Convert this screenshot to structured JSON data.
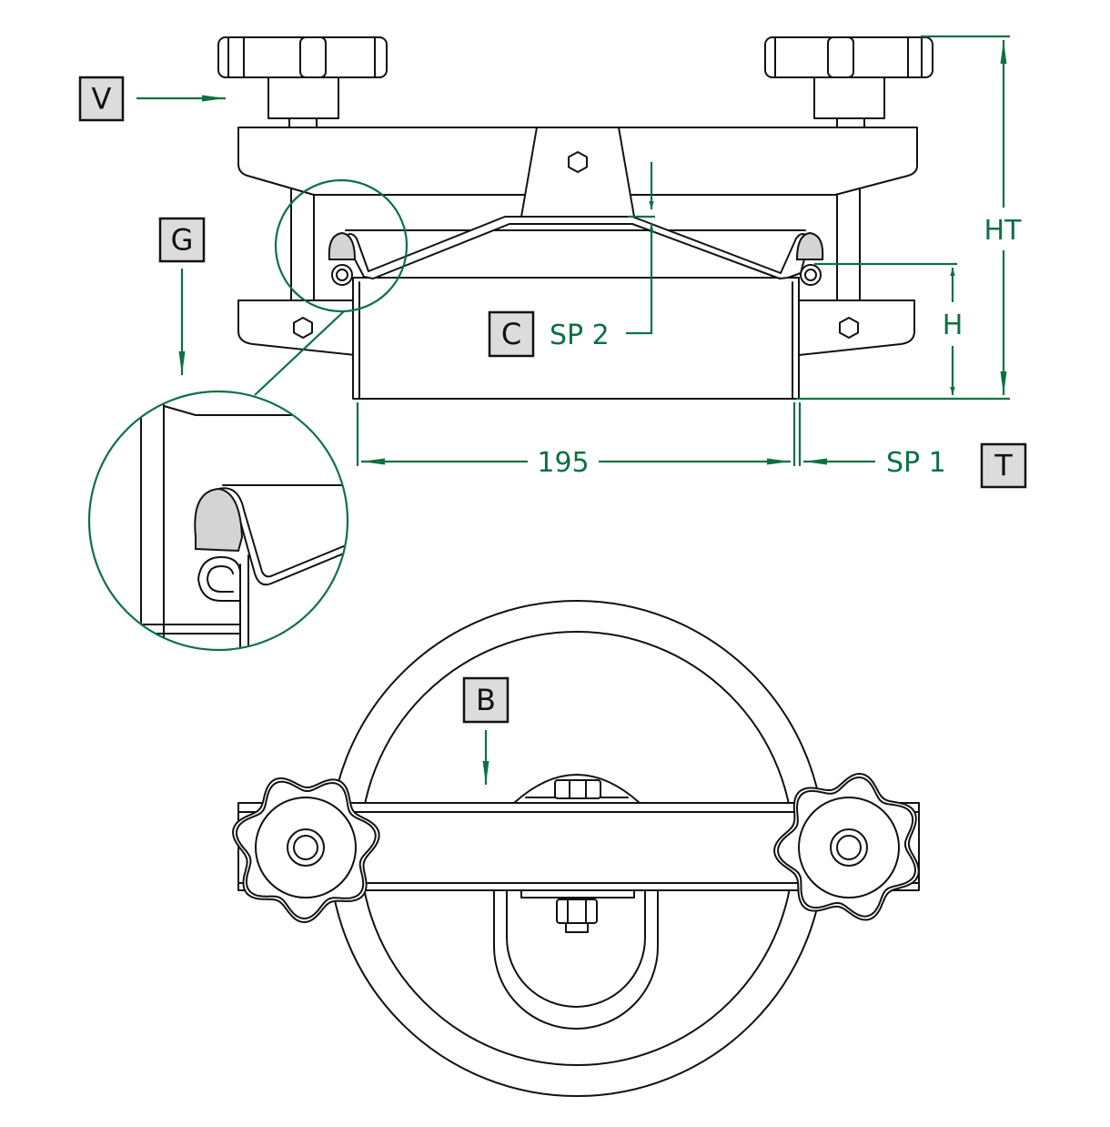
{
  "labels": {
    "V": "V",
    "G": "G",
    "C": "C",
    "T": "T",
    "B": "B"
  },
  "dimensions": {
    "sp2": "SP 2",
    "ht": "HT",
    "h": "H",
    "width": "195",
    "sp1": "SP 1"
  },
  "colors": {
    "dimension": "#0b7143",
    "label_fill": "#dcdcdc",
    "line": "#111111"
  }
}
